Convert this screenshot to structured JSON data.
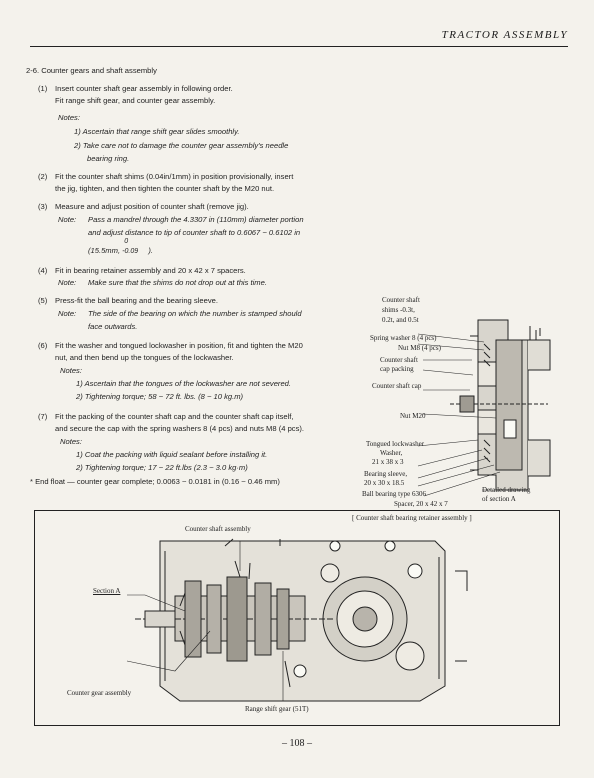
{
  "header": {
    "title": "TRACTOR ASSEMBLY"
  },
  "section": {
    "number": "2-6.",
    "title": "Counter gears and shaft assembly"
  },
  "steps": [
    {
      "num": "(1)",
      "lines": [
        "Insert counter shaft gear assembly in following order.",
        "Fit range shift gear, and counter gear assembly."
      ]
    },
    {
      "num": "(2)",
      "lines": [
        "Fit the counter shaft shims (0.04in/1mm) in position provisionally, insert",
        "the jig, tighten, and then tighten the counter shaft by the M20 nut."
      ]
    },
    {
      "num": "(3)",
      "lines": [
        "Measure and adjust position of counter shaft (remove jig)."
      ]
    },
    {
      "num": "(4)",
      "lines": [
        "Fit in bearing retainer assembly and 20 x 42 x 7 spacers."
      ]
    },
    {
      "num": "(5)",
      "lines": [
        "Press-fit the ball bearing and the bearing sleeve."
      ]
    },
    {
      "num": "(6)",
      "lines": [
        "Fit the washer and tongued lockwasher in position, fit and tighten the M20",
        "nut, and then bend up the tongues of the lockwasher."
      ]
    },
    {
      "num": "(7)",
      "lines": [
        "Fit the packing of the counter shaft cap and the counter shaft cap itself,",
        "and secure the cap with the spring washers 8 (4 pcs) and nuts M8 (4 pcs)."
      ]
    }
  ],
  "notes": {
    "label": "Notes:",
    "label_short": "Note:",
    "step1": [
      "1)  Ascertain that range shift gear slides smoothly.",
      "2)  Take care not to damage the counter gear assembly's needle",
      "bearing ring."
    ],
    "step3": [
      "Pass a mandrel through the 4.3307 in (110mm) diameter portion",
      "and adjust distance to tip of counter shaft to 0.6067 ~ 0.6102 in",
      "(15.5mm,",
      "0",
      "-0.09",
      ")."
    ],
    "step4": "Make sure that the shims do not drop out at this time.",
    "step5": [
      "The side of the bearing on which the number is stamped should",
      "face outwards."
    ],
    "step6": [
      "1)  Ascertain that the tongues of the lockwasher are not severed.",
      "2)  Tightening torque; 58 ~ 72 ft. lbs. (8 ~ 10 kg.m)"
    ],
    "step7": [
      "1)  Coat the packing with liquid sealant before installing it.",
      "2)  Tightening torque; 17 ~ 22 ft.lbs (2.3 ~ 3.0 kg·m)"
    ]
  },
  "end_float": "*  End float — counter gear complete; 0.0063 ~ 0.0181 in (0.16 ~ 0.46 mm)",
  "upper_figure": {
    "labels": {
      "shims": [
        "Counter shaft",
        "shims -0.3t,",
        "0.2t, and 0.5t"
      ],
      "spring_washer": "Spring washer 8 (4 pcs)",
      "nut_m8": "Nut M8 (4 pcs)",
      "cap_packing": [
        "Counter shaft",
        "cap packing"
      ],
      "cap": "Counter shaft cap",
      "nut_m20": "Nut M20",
      "lockwasher": [
        "Tongued lockwasher",
        "Washer,",
        "21 x 38 x 3"
      ],
      "sleeve": [
        "Bearing sleeve,",
        "20 x 30 x 18.5"
      ],
      "ball_bearing": "Ball bearing type 6306",
      "spacer": "Spacer, 20 x 42 x 7",
      "detailed": [
        "Detailed drawing",
        "of section A"
      ],
      "caption": "[ Counter shaft bearing retainer assembly ]"
    }
  },
  "lower_figure": {
    "labels": {
      "counter_shaft_assembly": "Counter shaft assembly",
      "section_a": "Section A",
      "counter_gear_assembly": "Counter gear assembly",
      "range_shift_gear": "Range shift gear (51T)"
    }
  },
  "page_number": "– 108 –"
}
